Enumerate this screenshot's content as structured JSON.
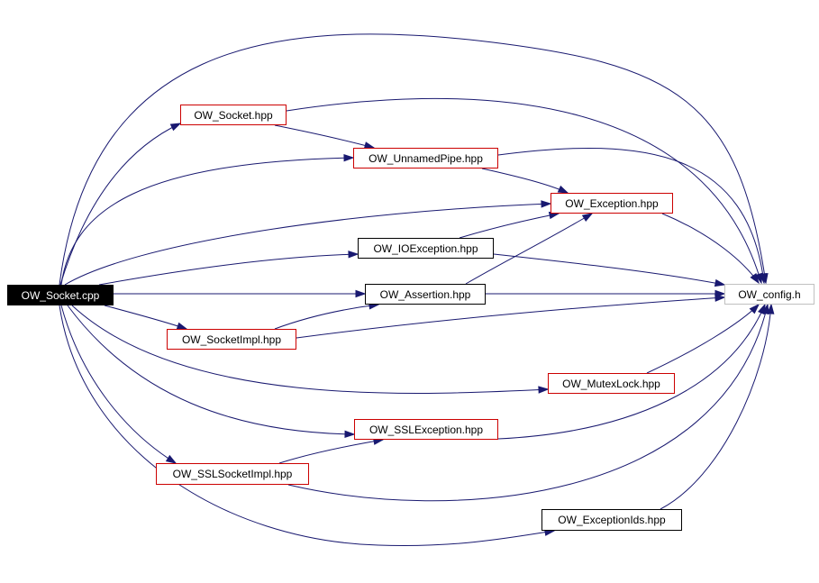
{
  "colors": {
    "edge": "#191970",
    "border_red": "#cc0000",
    "border_black": "#000000",
    "border_grey": "#c0c0c0",
    "root_fill": "#000000",
    "root_text": "#ffffff"
  },
  "nodes": {
    "ow_socket_cpp": "OW_Socket.cpp",
    "ow_socket_hpp": "OW_Socket.hpp",
    "ow_unnamedpipe_hpp": "OW_UnnamedPipe.hpp",
    "ow_exception_hpp": "OW_Exception.hpp",
    "ow_ioexception_hpp": "OW_IOException.hpp",
    "ow_assertion_hpp": "OW_Assertion.hpp",
    "ow_config_h": "OW_config.h",
    "ow_socketimpl_hpp": "OW_SocketImpl.hpp",
    "ow_mutexlock_hpp": "OW_MutexLock.hpp",
    "ow_sslexception_hpp": "OW_SSLException.hpp",
    "ow_sslsocketimpl_hpp": "OW_SSLSocketImpl.hpp",
    "ow_exceptionids_hpp": "OW_ExceptionIds.hpp"
  },
  "edges": [
    {
      "from": "OW_Socket.cpp",
      "to": "OW_Socket.hpp"
    },
    {
      "from": "OW_Socket.cpp",
      "to": "OW_UnnamedPipe.hpp"
    },
    {
      "from": "OW_Socket.cpp",
      "to": "OW_Exception.hpp"
    },
    {
      "from": "OW_Socket.cpp",
      "to": "OW_IOException.hpp"
    },
    {
      "from": "OW_Socket.cpp",
      "to": "OW_Assertion.hpp"
    },
    {
      "from": "OW_Socket.cpp",
      "to": "OW_config.h"
    },
    {
      "from": "OW_Socket.cpp",
      "to": "OW_SocketImpl.hpp"
    },
    {
      "from": "OW_Socket.cpp",
      "to": "OW_MutexLock.hpp"
    },
    {
      "from": "OW_Socket.cpp",
      "to": "OW_SSLException.hpp"
    },
    {
      "from": "OW_Socket.cpp",
      "to": "OW_SSLSocketImpl.hpp"
    },
    {
      "from": "OW_Socket.cpp",
      "to": "OW_ExceptionIds.hpp"
    },
    {
      "from": "OW_Socket.hpp",
      "to": "OW_UnnamedPipe.hpp"
    },
    {
      "from": "OW_Socket.hpp",
      "to": "OW_config.h"
    },
    {
      "from": "OW_UnnamedPipe.hpp",
      "to": "OW_Exception.hpp"
    },
    {
      "from": "OW_UnnamedPipe.hpp",
      "to": "OW_config.h"
    },
    {
      "from": "OW_Exception.hpp",
      "to": "OW_config.h"
    },
    {
      "from": "OW_IOException.hpp",
      "to": "OW_Exception.hpp"
    },
    {
      "from": "OW_IOException.hpp",
      "to": "OW_config.h"
    },
    {
      "from": "OW_Assertion.hpp",
      "to": "OW_Exception.hpp"
    },
    {
      "from": "OW_Assertion.hpp",
      "to": "OW_config.h"
    },
    {
      "from": "OW_SocketImpl.hpp",
      "to": "OW_Assertion.hpp"
    },
    {
      "from": "OW_SocketImpl.hpp",
      "to": "OW_config.h"
    },
    {
      "from": "OW_MutexLock.hpp",
      "to": "OW_config.h"
    },
    {
      "from": "OW_SSLException.hpp",
      "to": "OW_config.h"
    },
    {
      "from": "OW_SSLSocketImpl.hpp",
      "to": "OW_SSLException.hpp"
    },
    {
      "from": "OW_SSLSocketImpl.hpp",
      "to": "OW_config.h"
    },
    {
      "from": "OW_ExceptionIds.hpp",
      "to": "OW_config.h"
    }
  ]
}
